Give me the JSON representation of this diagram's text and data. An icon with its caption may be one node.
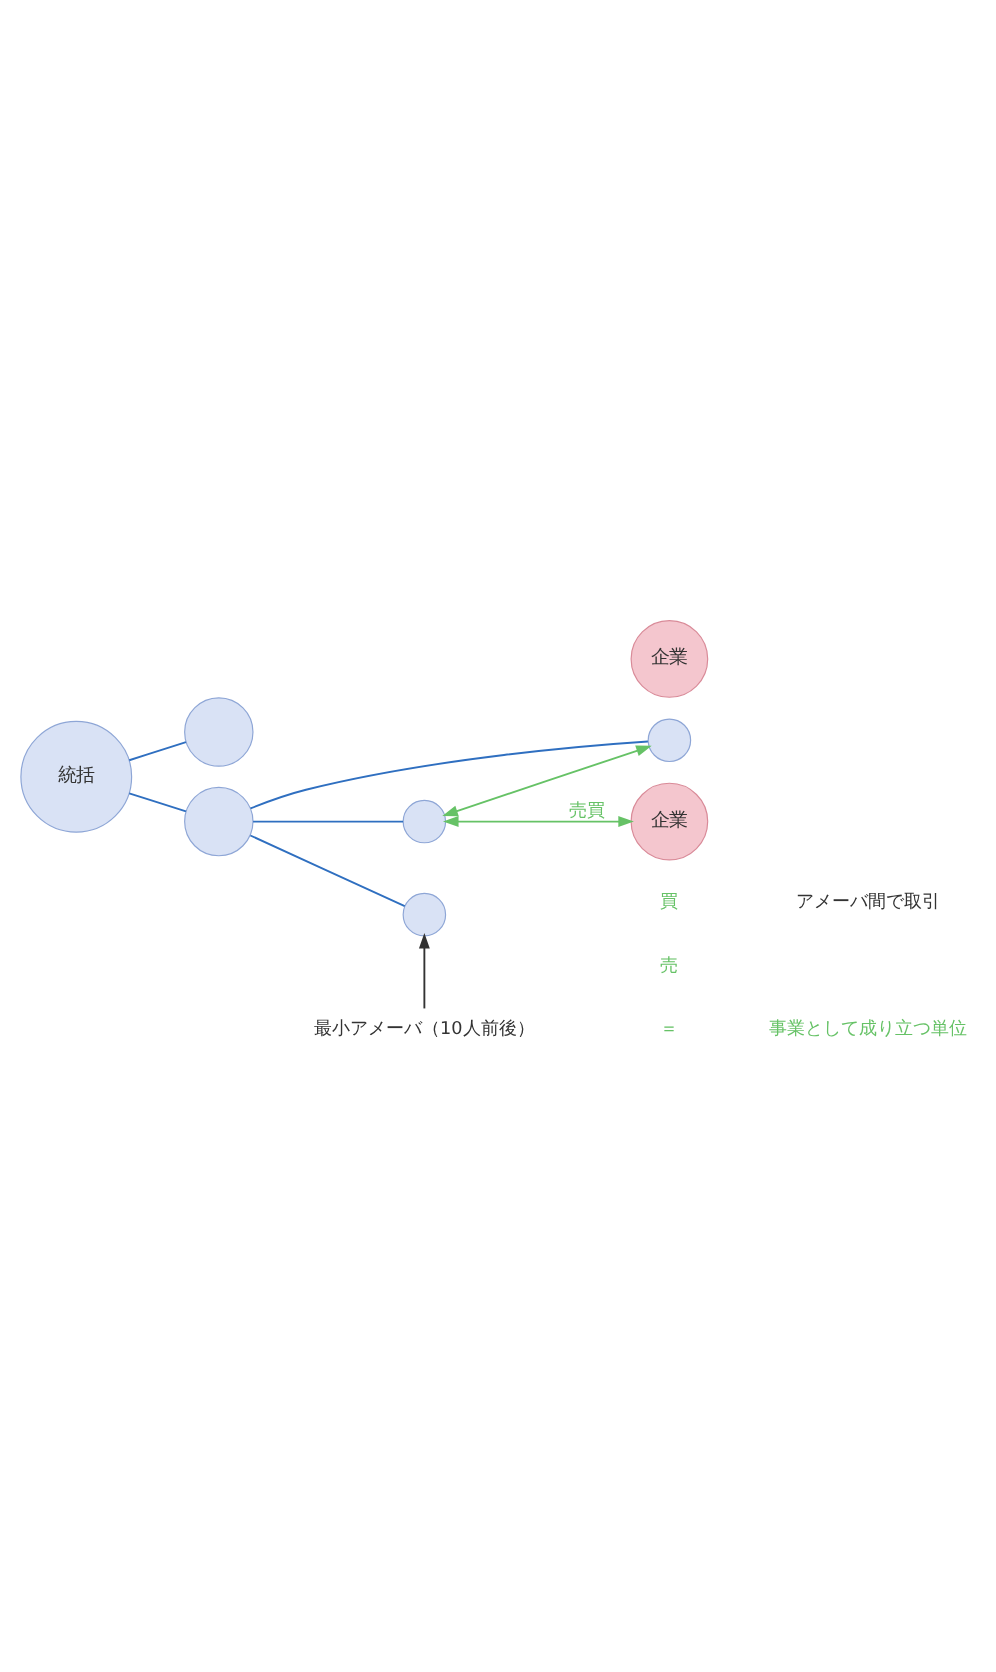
{
  "diagram": {
    "nodes": [
      {
        "text": [
          "統括"
        ]
      },
      {
        "text": [],
        "shape": "circle"
      },
      {
        "text": [],
        "shape": "circle"
      },
      {
        "text": [],
        "shape": "circle"
      },
      {
        "text": [],
        "shape": "circle"
      },
      {
        "text": [],
        "shape": "circle"
      },
      {
        "text": [
          "企業"
        ]
      },
      {
        "text": [
          "企業"
        ]
      },
      {
        "text": [
          "最小アメーバ（10人前後）"
        ]
      }
    ],
    "edges": [
      {
        "from": 0,
        "to": 1,
        "arrow": "none"
      },
      {
        "from": 0,
        "to": 2,
        "arrow": "none"
      },
      {
        "from": 2,
        "to": 5,
        "arrow": "none"
      },
      {
        "from": 2,
        "to": 4,
        "arrow": "none"
      },
      {
        "from": 2,
        "to": 3,
        "arrow": "none"
      },
      {
        "from": 3,
        "to": 4,
        "arrow": "both",
        "color": "#66c266"
      },
      {
        "from": 3,
        "to": 6,
        "arrow": "both",
        "label": "売買",
        "color": "#66c266"
      },
      {
        "from": 8,
        "to": 5,
        "arrow": "to",
        "color": "#333333"
      }
    ],
    "labels": [
      "＝",
      "事業として成り立つ単位",
      "売",
      "買",
      "アメーバ間で取引"
    ]
  }
}
